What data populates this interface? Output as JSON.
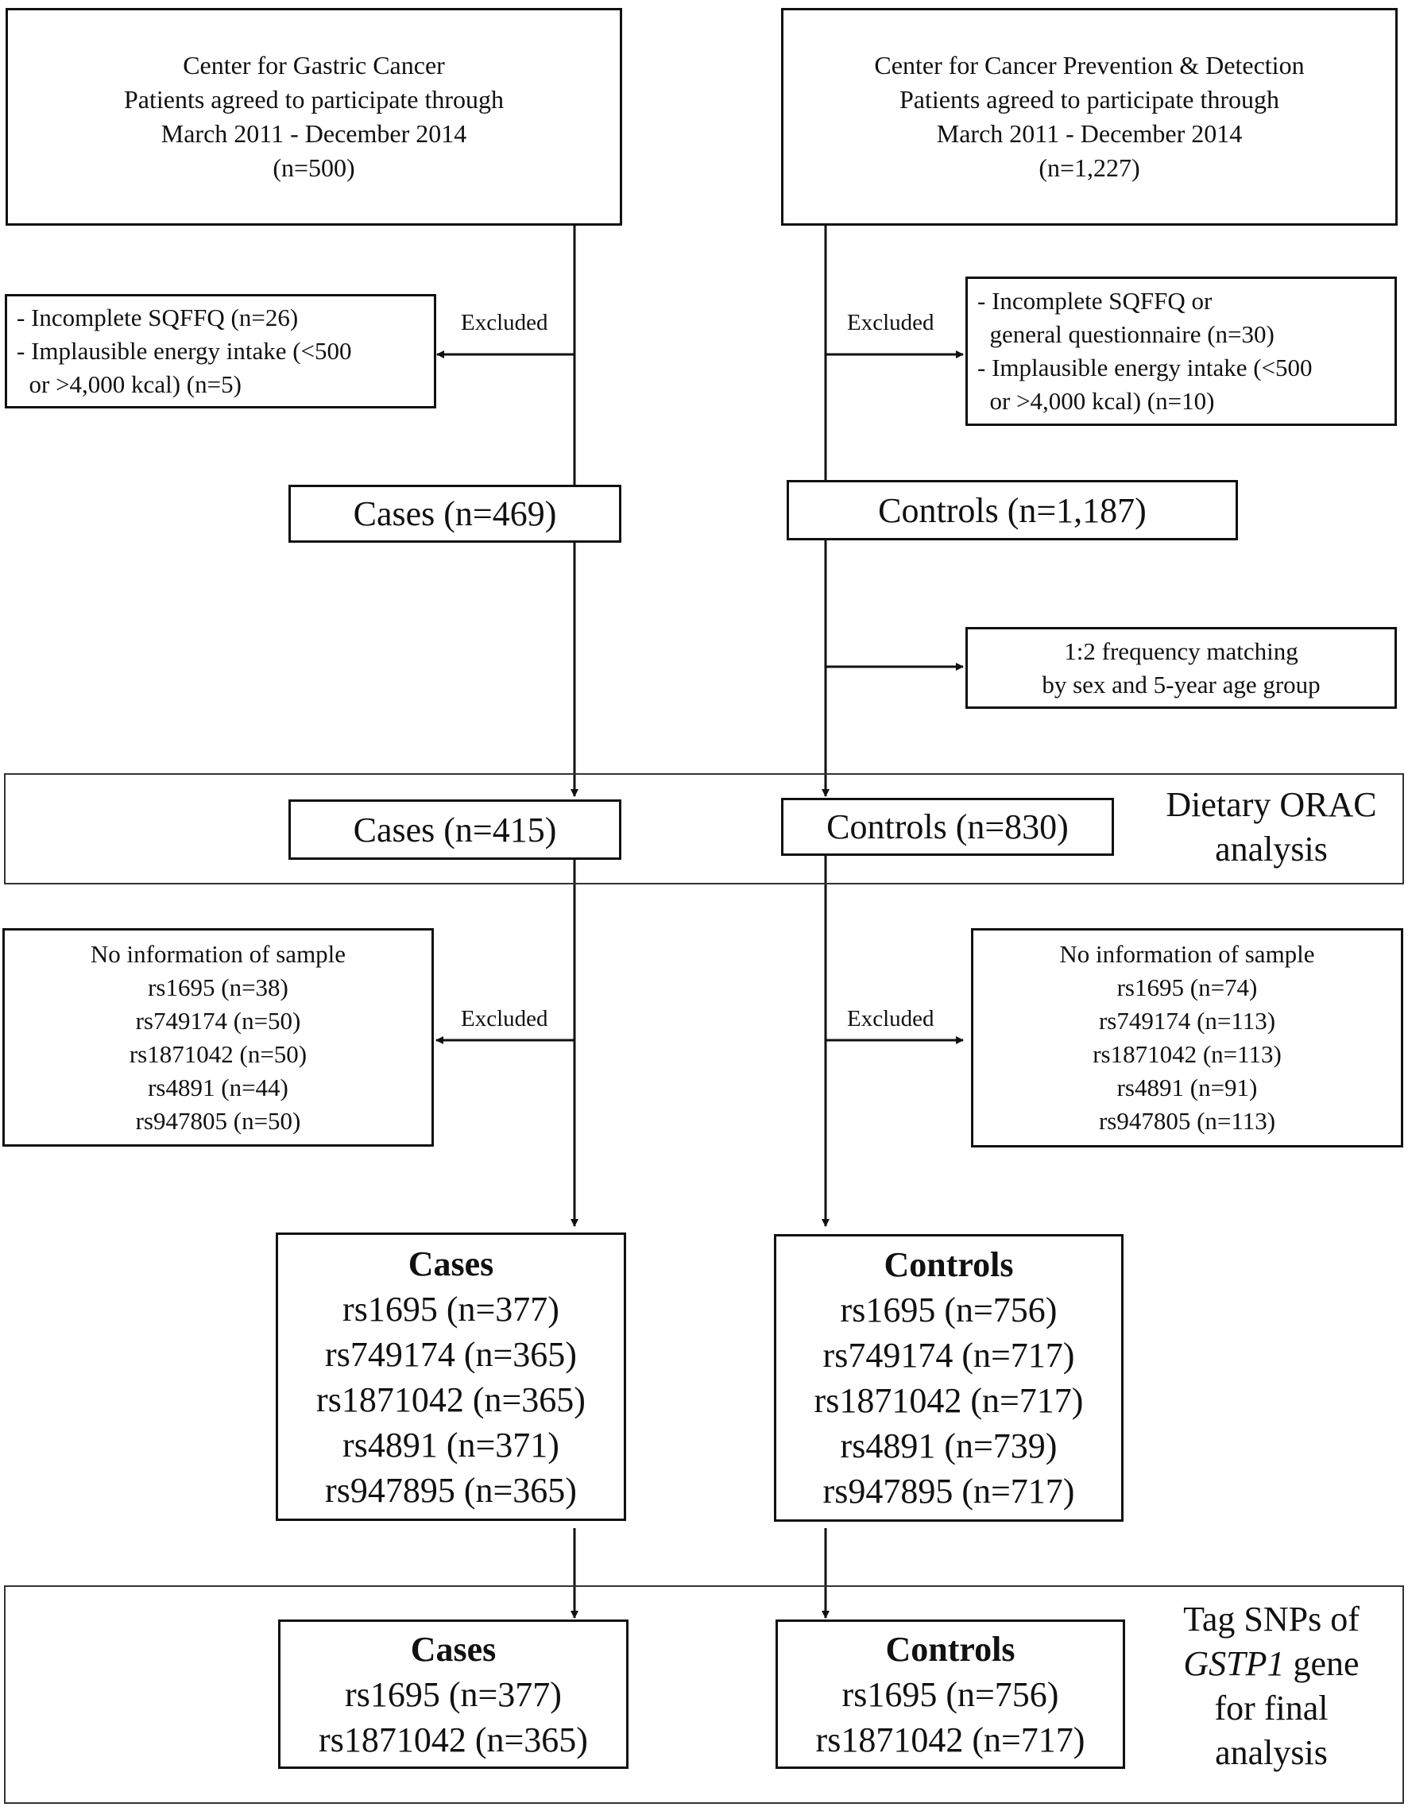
{
  "left_source": {
    "line1": "Center for Gastric Cancer",
    "line2": "Patients agreed to participate through",
    "line3": "March 2011 - December 2014",
    "line4": "(n=500)"
  },
  "right_source": {
    "line1": "Center for Cancer Prevention & Detection",
    "line2": "Patients agreed to participate through",
    "line3": "March 2011 - December 2014",
    "line4": "(n=1,227)"
  },
  "excluded_label": "Excluded",
  "left_exclusion_1": {
    "line1": "- Incomplete SQFFQ (n=26)",
    "line2": "- Implausible energy intake (<500",
    "line3": "  or >4,000 kcal) (n=5)"
  },
  "right_exclusion_1": {
    "line1": "- Incomplete SQFFQ or",
    "line2": "  general questionnaire (n=30)",
    "line3": "- Implausible energy intake (<500",
    "line4": "  or >4,000 kcal) (n=10)"
  },
  "cases_1": "Cases (n=469)",
  "controls_1": "Controls (n=1,187)",
  "matching": {
    "line1": "1:2 frequency matching",
    "line2": "by sex and 5-year age group"
  },
  "cases_2": "Cases (n=415)",
  "controls_2": "Controls (n=830)",
  "band1_label": {
    "line1": "Dietary ORAC",
    "line2": "analysis"
  },
  "left_exclusion_2": {
    "line1": "No information of sample",
    "line2": "rs1695 (n=38)",
    "line3": "rs749174 (n=50)",
    "line4": "rs1871042 (n=50)",
    "line5": "rs4891 (n=44)",
    "line6": "rs947805 (n=50)"
  },
  "right_exclusion_2": {
    "line1": "No information of sample",
    "line2": "rs1695 (n=74)",
    "line3": "rs749174 (n=113)",
    "line4": "rs1871042 (n=113)",
    "line5": "rs4891 (n=91)",
    "line6": "rs947805 (n=113)"
  },
  "cases_3": {
    "head": "Cases",
    "line1": "rs1695 (n=377)",
    "line2": "rs749174 (n=365)",
    "line3": "rs1871042 (n=365)",
    "line4": "rs4891 (n=371)",
    "line5": "rs947895 (n=365)"
  },
  "controls_3": {
    "head": "Controls",
    "line1": "rs1695 (n=756)",
    "line2": "rs749174 (n=717)",
    "line3": "rs1871042 (n=717)",
    "line4": "rs4891 (n=739)",
    "line5": "rs947895 (n=717)"
  },
  "cases_4": {
    "head": "Cases",
    "line1": "rs1695 (n=377)",
    "line2": "rs1871042 (n=365)"
  },
  "controls_4": {
    "head": "Controls",
    "line1": "rs1695 (n=756)",
    "line2": "rs1871042 (n=717)"
  },
  "band2_label": {
    "line1": "Tag SNPs of",
    "line2_italic": "GSTP1",
    "line2_rest": " gene",
    "line3": "for final",
    "line4": "analysis"
  }
}
